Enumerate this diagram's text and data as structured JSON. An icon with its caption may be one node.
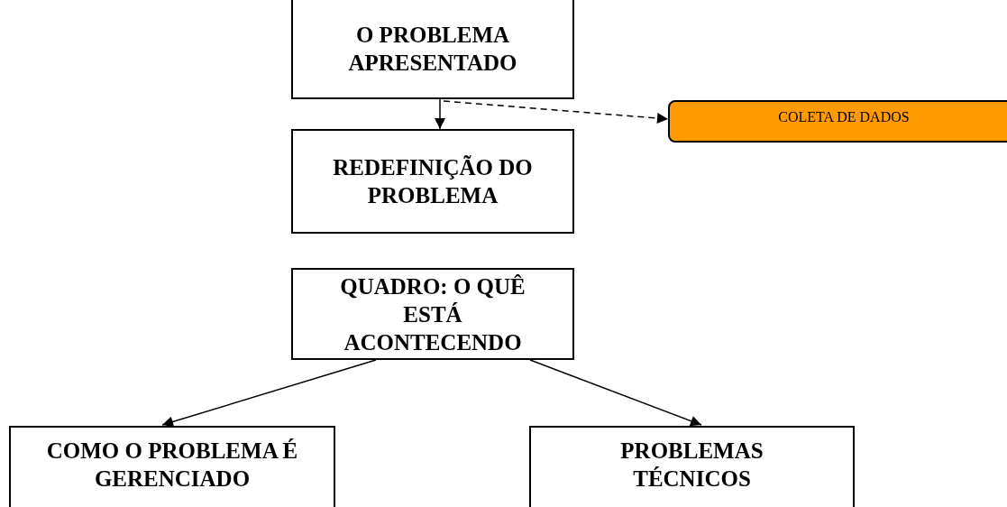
{
  "diagram": {
    "nodes": [
      {
        "text": [
          "O PROBLEMA APRESENTADO"
        ]
      },
      {
        "text": [
          "REDEFINIÇÃO DO PROBLEMA"
        ]
      },
      {
        "text": [
          "QUADRO: O QUÊ ESTÁ ACONTECENDO"
        ]
      },
      {
        "text": [
          "COMO O PROBLEMA É GERENCIADO"
        ]
      },
      {
        "text": [
          "PROBLEMAS TÉCNICOS"
        ]
      },
      {
        "text": [
          "COLETA DE DADOS"
        ]
      }
    ],
    "edges": [
      {
        "from": 0,
        "to": 1,
        "arrow": "to"
      },
      {
        "from": 0,
        "to": 5,
        "arrow": "to",
        "style": "dashed"
      },
      {
        "from": 2,
        "to": 3,
        "arrow": "to"
      },
      {
        "from": 2,
        "to": 4,
        "arrow": "to"
      }
    ]
  }
}
